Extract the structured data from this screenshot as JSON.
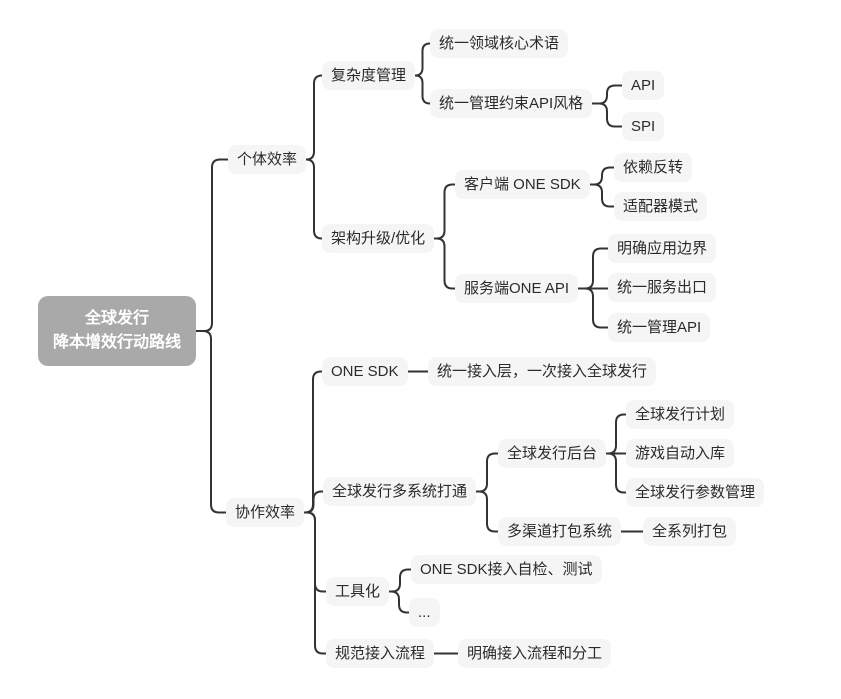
{
  "diagram": {
    "type": "mindmap",
    "direction": "right",
    "colors": {
      "canvas": "#ffffff",
      "root_bg": "#a9a9a9",
      "root_text": "#ffffff",
      "node_bg": "#f5f5f5",
      "node_text": "#2b2b2b",
      "connector": "#333333"
    }
  },
  "tree": {
    "label": "全球发行\n降本增效行动路线",
    "children": [
      {
        "label": "个体效率",
        "children": [
          {
            "label": "复杂度管理",
            "children": [
              {
                "label": "统一领域核心术语"
              },
              {
                "label": "统一管理约束API风格",
                "children": [
                  {
                    "label": "API"
                  },
                  {
                    "label": "SPI"
                  }
                ]
              }
            ]
          },
          {
            "label": "架构升级/优化",
            "children": [
              {
                "label": "客户端 ONE SDK",
                "children": [
                  {
                    "label": "依赖反转"
                  },
                  {
                    "label": "适配器模式"
                  }
                ]
              },
              {
                "label": "服务端ONE API",
                "children": [
                  {
                    "label": "明确应用边界"
                  },
                  {
                    "label": "统一服务出口"
                  },
                  {
                    "label": "统一管理API"
                  }
                ]
              }
            ]
          }
        ]
      },
      {
        "label": "协作效率",
        "children": [
          {
            "label": "ONE SDK",
            "children": [
              {
                "label": "统一接入层，一次接入全球发行"
              }
            ]
          },
          {
            "label": "全球发行多系统打通",
            "children": [
              {
                "label": "全球发行后台",
                "children": [
                  {
                    "label": "全球发行计划"
                  },
                  {
                    "label": "游戏自动入库"
                  },
                  {
                    "label": "全球发行参数管理"
                  }
                ]
              },
              {
                "label": "多渠道打包系统",
                "children": [
                  {
                    "label": "全系列打包"
                  }
                ]
              }
            ]
          },
          {
            "label": "工具化",
            "children": [
              {
                "label": "ONE SDK接入自检、测试"
              },
              {
                "label": "..."
              }
            ]
          },
          {
            "label": "规范接入流程",
            "children": [
              {
                "label": "明确接入流程和分工"
              }
            ]
          }
        ]
      }
    ]
  }
}
